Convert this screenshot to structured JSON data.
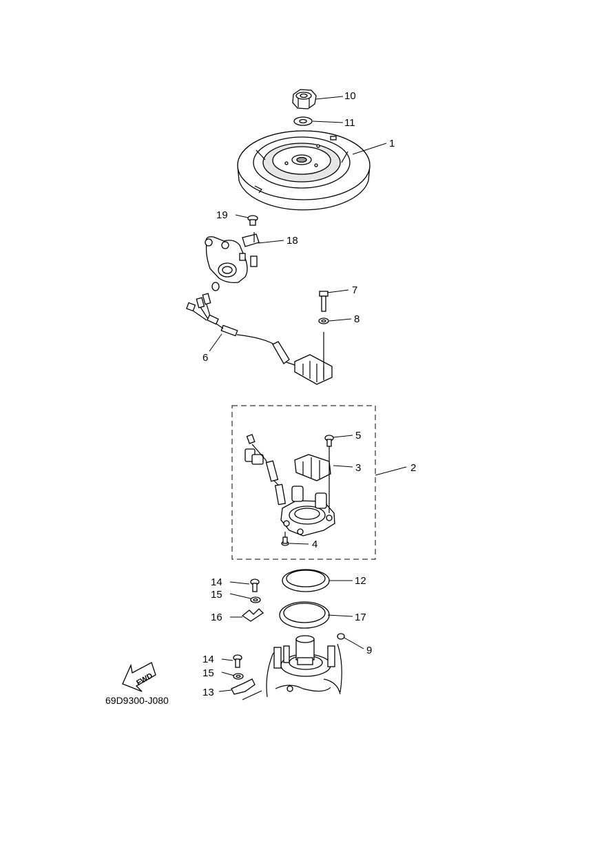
{
  "diagram_code": "69D9300-J080",
  "fwd_label": "FWD",
  "colors": {
    "ink": "#000000",
    "paper": "#ffffff",
    "shade": "#e6e6e6"
  },
  "parts": [
    {
      "id": "p1",
      "ref": "1"
    },
    {
      "id": "p2",
      "ref": "2"
    },
    {
      "id": "p3",
      "ref": "3"
    },
    {
      "id": "p4",
      "ref": "4"
    },
    {
      "id": "p5",
      "ref": "5"
    },
    {
      "id": "p6",
      "ref": "6"
    },
    {
      "id": "p7",
      "ref": "7"
    },
    {
      "id": "p8",
      "ref": "8"
    },
    {
      "id": "p9",
      "ref": "9"
    },
    {
      "id": "p10",
      "ref": "10"
    },
    {
      "id": "p11",
      "ref": "11"
    },
    {
      "id": "p12",
      "ref": "12"
    },
    {
      "id": "p13",
      "ref": "13"
    },
    {
      "id": "p14a",
      "ref": "14"
    },
    {
      "id": "p14b",
      "ref": "14"
    },
    {
      "id": "p15a",
      "ref": "15"
    },
    {
      "id": "p15b",
      "ref": "15"
    },
    {
      "id": "p16",
      "ref": "16"
    },
    {
      "id": "p17",
      "ref": "17"
    },
    {
      "id": "p18",
      "ref": "18"
    },
    {
      "id": "p19",
      "ref": "19"
    }
  ]
}
